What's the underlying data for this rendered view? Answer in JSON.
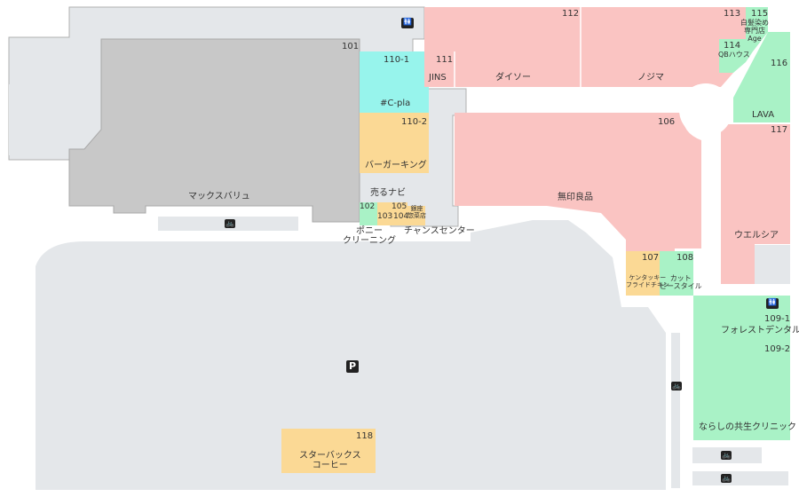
{
  "colors": {
    "background": "#ffffff",
    "common_area": "#e4e7ea",
    "store_gray": "#c8c8c8",
    "pink": "#fac4c2",
    "cyan": "#97f4ec",
    "orange": "#fbd995",
    "green": "#a9f2c6",
    "outline": "#b0b0b0"
  },
  "icons": {
    "restroom": "restroom-icon",
    "bicycle": "bicycle-parking-icon",
    "parking": "parking-icon",
    "parking_glyph": "P",
    "restroom_glyph": "🚻",
    "bicycle_glyph": "🚲"
  },
  "stores": {
    "s101": {
      "number": "101",
      "name": "マックスバリュ"
    },
    "s102": {
      "number": "102",
      "name": "ポニー\nクリーニング"
    },
    "s103": {
      "number": "103"
    },
    "s104": {
      "number": "104"
    },
    "s105": {
      "number": "105",
      "name": "銀座\n惣菜店"
    },
    "chance": {
      "name": "チャンスセンター"
    },
    "urunavi": {
      "name": "売るナビ"
    },
    "s106": {
      "number": "106",
      "name": "無印良品"
    },
    "s107": {
      "number": "107",
      "name": "ケンタッキー\nフライドチキン"
    },
    "s108": {
      "number": "108",
      "name": "カット\nピースタイル"
    },
    "s109_1": {
      "number": "109-1",
      "name": "フォレストデンタル"
    },
    "s109_2": {
      "number": "109-2",
      "name": "ならしの共生クリニック"
    },
    "s110_1": {
      "number": "110-1",
      "name": "#C-pla"
    },
    "s110_2": {
      "number": "110-2",
      "name": "バーガーキング"
    },
    "s111": {
      "number": "111",
      "name": "JINS"
    },
    "s112": {
      "number": "112",
      "name": "ダイソー"
    },
    "s112b": {
      "name": "ノジマ"
    },
    "s113": {
      "number": "113"
    },
    "s114": {
      "number": "114",
      "name": "QBハウス"
    },
    "s115": {
      "number": "115",
      "name": "白髪染め\n専門店\nAge"
    },
    "s116": {
      "number": "116",
      "name": "LAVA"
    },
    "s117": {
      "number": "117",
      "name": "ウエルシア"
    },
    "s118": {
      "number": "118",
      "name": "スターバックス\nコーヒー"
    }
  }
}
